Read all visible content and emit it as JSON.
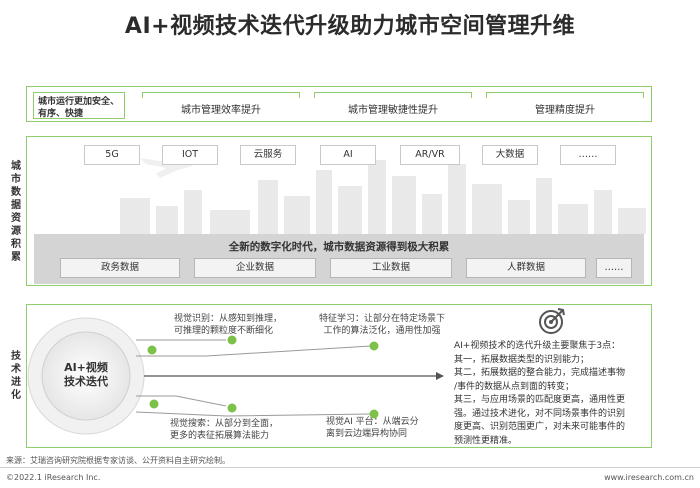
{
  "title": "AI+视频技术迭代升级助力城市空间管理升维",
  "top_row": {
    "tag": "城市运行更加安全、有序、快捷",
    "items": [
      "城市管理效率提升",
      "城市管理敏捷性提升",
      "管理精度提升"
    ]
  },
  "resource_section": {
    "side_label": [
      "城",
      "市",
      "数",
      "据",
      "资",
      "源",
      "积",
      "累"
    ],
    "tech_chips": [
      "5G",
      "IOT",
      "云服务",
      "AI",
      "AR/VR",
      "大数据",
      "……"
    ],
    "band_title": "全新的数字化时代，城市数据资源得到极大积累",
    "data_chips": [
      "政务数据",
      "企业数据",
      "工业数据",
      "人群数据",
      "……"
    ]
  },
  "tech_section": {
    "side_label": [
      "技",
      "术",
      "进",
      "化"
    ],
    "center": [
      "AI+视频",
      "技术迭代"
    ],
    "notes": {
      "visual_recognition": [
        "视觉识别：从感知到推理，",
        "可推理的颗粒度不断细化"
      ],
      "feature_learning": [
        "特征学习：让部分在特定场景下",
        "工作的算法泛化，通用性加强"
      ],
      "visual_search": [
        "视觉搜索：从部分到全面，",
        "更多的表征拓展算法能力"
      ],
      "ai_platform": [
        "视觉AI 平台：从端云分",
        "离到云边端异构协同"
      ]
    },
    "summary": [
      "AI+视频技术的迭代升级主要聚焦于3点：",
      "其一，拓展数据类型的识别能力；",
      "其二，拓展数据的整合能力，完成描述事物",
      "/事件的数据从点到面的转变；",
      "其三，与应用场景的匹配度更高，通用性更",
      "强。通过技术进化，对不同场景事件的识别",
      "度更高、识别范围更广，对未来可能事件的",
      "预测性更精准。"
    ],
    "target_icon": "target-icon"
  },
  "footer": {
    "source": "来源：艾瑞咨询研究院根据专家访谈、公开资料自主研究绘制。",
    "copyright": "©2022.1 iResearch Inc.",
    "url": "www.iresearch.com.cn"
  },
  "colors": {
    "accent_green": "#7cc24a",
    "border_green": "#8fce6a",
    "band_gray": "#d4d4d4"
  }
}
